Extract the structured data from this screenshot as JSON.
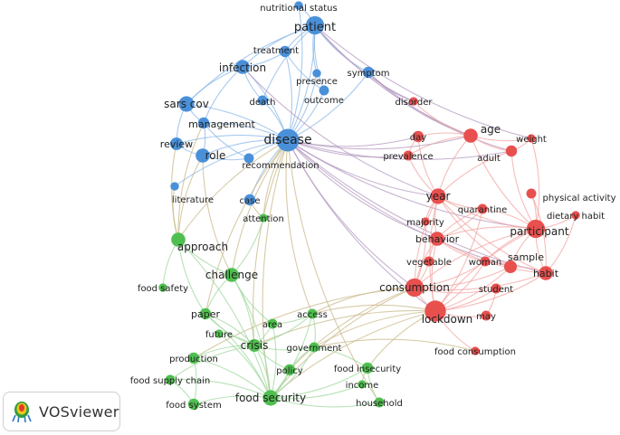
{
  "colors": {
    "blue": "#4a90d9",
    "red": "#e8504e",
    "green": "#4fbf4f",
    "blue_edge": "#8bb8e8",
    "red_edge": "#f2a5a3",
    "green_edge": "#9fd89f"
  },
  "brand": {
    "name": "VOSviewer",
    "logo_icon": "vosviewer-logo-icon"
  },
  "nodes": [
    {
      "id": "patient",
      "label": "patient",
      "cluster": "blue",
      "size": 13
    },
    {
      "id": "nutritional_status",
      "label": "nutritional status",
      "cluster": "blue",
      "size": 6
    },
    {
      "id": "treatment",
      "label": "treatment",
      "cluster": "blue",
      "size": 8
    },
    {
      "id": "infection",
      "label": "infection",
      "cluster": "blue",
      "size": 10
    },
    {
      "id": "presence",
      "label": "presence",
      "cluster": "blue",
      "size": 6
    },
    {
      "id": "symptom",
      "label": "symptom",
      "cluster": "blue",
      "size": 8
    },
    {
      "id": "sars_cov",
      "label": "sars cov",
      "cluster": "blue",
      "size": 11
    },
    {
      "id": "death",
      "label": "death",
      "cluster": "blue",
      "size": 7
    },
    {
      "id": "outcome",
      "label": "outcome",
      "cluster": "blue",
      "size": 7
    },
    {
      "id": "management",
      "label": "management",
      "cluster": "blue",
      "size": 8
    },
    {
      "id": "review",
      "label": "review",
      "cluster": "blue",
      "size": 9
    },
    {
      "id": "role",
      "label": "role",
      "cluster": "blue",
      "size": 10
    },
    {
      "id": "disease",
      "label": "disease",
      "cluster": "blue",
      "size": 16
    },
    {
      "id": "recommendation",
      "label": "recommendation",
      "cluster": "blue",
      "size": 7
    },
    {
      "id": "literature",
      "label": "literature",
      "cluster": "blue",
      "size": 6
    },
    {
      "id": "case",
      "label": "case",
      "cluster": "blue",
      "size": 8
    },
    {
      "id": "disorder",
      "label": "disorder",
      "cluster": "red",
      "size": 6
    },
    {
      "id": "age",
      "label": "age",
      "cluster": "red",
      "size": 10
    },
    {
      "id": "weight",
      "label": "weight",
      "cluster": "red",
      "size": 6
    },
    {
      "id": "day",
      "label": "day",
      "cluster": "red",
      "size": 8
    },
    {
      "id": "adult",
      "label": "adult",
      "cluster": "red",
      "size": 8
    },
    {
      "id": "prevalence",
      "label": "prevalence",
      "cluster": "red",
      "size": 7
    },
    {
      "id": "year",
      "label": "year",
      "cluster": "red",
      "size": 11
    },
    {
      "id": "physical_activity",
      "label": "physical activity",
      "cluster": "red",
      "size": 7
    },
    {
      "id": "quarantine",
      "label": "quarantine",
      "cluster": "red",
      "size": 7
    },
    {
      "id": "dietary_habit",
      "label": "dietary habit",
      "cluster": "red",
      "size": 6
    },
    {
      "id": "majority",
      "label": "majority",
      "cluster": "red",
      "size": 6
    },
    {
      "id": "participant",
      "label": "participant",
      "cluster": "red",
      "size": 13
    },
    {
      "id": "behavior",
      "label": "behavior",
      "cluster": "red",
      "size": 10
    },
    {
      "id": "sample",
      "label": "sample",
      "cluster": "red",
      "size": 9
    },
    {
      "id": "vegetable",
      "label": "vegetable",
      "cluster": "red",
      "size": 7
    },
    {
      "id": "woman",
      "label": "woman",
      "cluster": "red",
      "size": 7
    },
    {
      "id": "habit",
      "label": "habit",
      "cluster": "red",
      "size": 10
    },
    {
      "id": "consumption",
      "label": "consumption",
      "cluster": "red",
      "size": 13
    },
    {
      "id": "student",
      "label": "student",
      "cluster": "red",
      "size": 7
    },
    {
      "id": "lockdown",
      "label": "lockdown",
      "cluster": "red",
      "size": 15
    },
    {
      "id": "may",
      "label": "may",
      "cluster": "red",
      "size": 7
    },
    {
      "id": "food_consumption",
      "label": "food consumption",
      "cluster": "red",
      "size": 6
    },
    {
      "id": "attention",
      "label": "attention",
      "cluster": "green",
      "size": 6
    },
    {
      "id": "approach",
      "label": "approach",
      "cluster": "green",
      "size": 10
    },
    {
      "id": "challenge",
      "label": "challenge",
      "cluster": "green",
      "size": 10
    },
    {
      "id": "food_safety",
      "label": "food safety",
      "cluster": "green",
      "size": 6
    },
    {
      "id": "paper",
      "label": "paper",
      "cluster": "green",
      "size": 8
    },
    {
      "id": "access",
      "label": "access",
      "cluster": "green",
      "size": 7
    },
    {
      "id": "area",
      "label": "area",
      "cluster": "green",
      "size": 7
    },
    {
      "id": "future",
      "label": "future",
      "cluster": "green",
      "size": 6
    },
    {
      "id": "crisis",
      "label": "crisis",
      "cluster": "green",
      "size": 9
    },
    {
      "id": "government",
      "label": "government",
      "cluster": "green",
      "size": 7
    },
    {
      "id": "production",
      "label": "production",
      "cluster": "green",
      "size": 8
    },
    {
      "id": "policy",
      "label": "policy",
      "cluster": "green",
      "size": 8
    },
    {
      "id": "food_insecurity",
      "label": "food insecurity",
      "cluster": "green",
      "size": 8
    },
    {
      "id": "food_supply_chain",
      "label": "food supply chain",
      "cluster": "green",
      "size": 7
    },
    {
      "id": "income",
      "label": "income",
      "cluster": "green",
      "size": 6
    },
    {
      "id": "food_security",
      "label": "food security",
      "cluster": "green",
      "size": 11
    },
    {
      "id": "food_system",
      "label": "food system",
      "cluster": "green",
      "size": 8
    },
    {
      "id": "household",
      "label": "household",
      "cluster": "green",
      "size": 7
    }
  ],
  "links": [
    [
      "disease",
      "patient"
    ],
    [
      "disease",
      "infection"
    ],
    [
      "disease",
      "sars_cov"
    ],
    [
      "disease",
      "management"
    ],
    [
      "disease",
      "review"
    ],
    [
      "disease",
      "role"
    ],
    [
      "disease",
      "treatment"
    ],
    [
      "disease",
      "outcome"
    ],
    [
      "disease",
      "death"
    ],
    [
      "disease",
      "presence"
    ],
    [
      "disease",
      "symptom"
    ],
    [
      "disease",
      "recommendation"
    ],
    [
      "disease",
      "case"
    ],
    [
      "disease",
      "literature"
    ],
    [
      "disease",
      "nutritional_status"
    ],
    [
      "patient",
      "infection"
    ],
    [
      "patient",
      "treatment"
    ],
    [
      "patient",
      "outcome"
    ],
    [
      "patient",
      "symptom"
    ],
    [
      "patient",
      "nutritional_status"
    ],
    [
      "patient",
      "sars_cov"
    ],
    [
      "patient",
      "presence"
    ],
    [
      "patient",
      "death"
    ],
    [
      "infection",
      "sars_cov"
    ],
    [
      "infection",
      "treatment"
    ],
    [
      "infection",
      "management"
    ],
    [
      "infection",
      "death"
    ],
    [
      "sars_cov",
      "management"
    ],
    [
      "sars_cov",
      "review"
    ],
    [
      "review",
      "role"
    ],
    [
      "role",
      "management"
    ],
    [
      "role",
      "recommendation"
    ],
    [
      "management",
      "recommendation"
    ],
    [
      "treatment",
      "outcome"
    ],
    [
      "symptom",
      "disorder"
    ],
    [
      "disease",
      "age"
    ],
    [
      "disease",
      "day"
    ],
    [
      "disease",
      "prevalence"
    ],
    [
      "disease",
      "year"
    ],
    [
      "disease",
      "participant"
    ],
    [
      "disease",
      "behavior"
    ],
    [
      "disease",
      "consumption"
    ],
    [
      "disease",
      "lockdown"
    ],
    [
      "disease",
      "adult"
    ],
    [
      "disease",
      "habit"
    ],
    [
      "disease",
      "sample"
    ],
    [
      "patient",
      "age"
    ],
    [
      "patient",
      "weight"
    ],
    [
      "patient",
      "disorder"
    ],
    [
      "symptom",
      "age"
    ],
    [
      "symptom",
      "adult"
    ],
    [
      "infection",
      "year"
    ],
    [
      "disease",
      "approach"
    ],
    [
      "disease",
      "challenge"
    ],
    [
      "disease",
      "paper"
    ],
    [
      "disease",
      "crisis"
    ],
    [
      "disease",
      "food_security"
    ],
    [
      "disease",
      "access"
    ],
    [
      "disease",
      "attention"
    ],
    [
      "disease",
      "household"
    ],
    [
      "role",
      "approach"
    ],
    [
      "review",
      "approach"
    ],
    [
      "role",
      "challenge"
    ],
    [
      "case",
      "attention"
    ],
    [
      "management",
      "approach"
    ],
    [
      "literature",
      "approach"
    ],
    [
      "age",
      "adult"
    ],
    [
      "age",
      "weight"
    ],
    [
      "age",
      "day"
    ],
    [
      "age",
      "prevalence"
    ],
    [
      "age",
      "participant"
    ],
    [
      "age",
      "year"
    ],
    [
      "adult",
      "participant"
    ],
    [
      "adult",
      "year"
    ],
    [
      "adult",
      "weight"
    ],
    [
      "year",
      "participant"
    ],
    [
      "year",
      "behavior"
    ],
    [
      "year",
      "quarantine"
    ],
    [
      "year",
      "consumption"
    ],
    [
      "year",
      "lockdown"
    ],
    [
      "year",
      "majority"
    ],
    [
      "year",
      "sample"
    ],
    [
      "year",
      "habit"
    ],
    [
      "participant",
      "physical_activity"
    ],
    [
      "participant",
      "dietary_habit"
    ],
    [
      "participant",
      "behavior"
    ],
    [
      "participant",
      "sample"
    ],
    [
      "participant",
      "habit"
    ],
    [
      "participant",
      "consumption"
    ],
    [
      "participant",
      "lockdown"
    ],
    [
      "participant",
      "woman"
    ],
    [
      "participant",
      "weight"
    ],
    [
      "participant",
      "quarantine"
    ],
    [
      "behavior",
      "consumption"
    ],
    [
      "behavior",
      "lockdown"
    ],
    [
      "behavior",
      "vegetable"
    ],
    [
      "behavior",
      "woman"
    ],
    [
      "behavior",
      "habit"
    ],
    [
      "behavior",
      "quarantine"
    ],
    [
      "consumption",
      "lockdown"
    ],
    [
      "consumption",
      "vegetable"
    ],
    [
      "consumption",
      "habit"
    ],
    [
      "consumption",
      "sample"
    ],
    [
      "consumption",
      "woman"
    ],
    [
      "consumption",
      "student"
    ],
    [
      "consumption",
      "majority"
    ],
    [
      "lockdown",
      "habit"
    ],
    [
      "lockdown",
      "may"
    ],
    [
      "lockdown",
      "student"
    ],
    [
      "lockdown",
      "food_consumption"
    ],
    [
      "lockdown",
      "sample"
    ],
    [
      "lockdown",
      "woman"
    ],
    [
      "lockdown",
      "quarantine"
    ],
    [
      "habit",
      "sample"
    ],
    [
      "habit",
      "physical_activity"
    ],
    [
      "habit",
      "dietary_habit"
    ],
    [
      "sample",
      "woman"
    ],
    [
      "day",
      "prevalence"
    ],
    [
      "day",
      "year"
    ],
    [
      "prevalence",
      "year"
    ],
    [
      "quarantine",
      "behavior"
    ],
    [
      "may",
      "student"
    ],
    [
      "disorder",
      "age"
    ],
    [
      "lockdown",
      "food_security"
    ],
    [
      "lockdown",
      "food_insecurity"
    ],
    [
      "lockdown",
      "government"
    ],
    [
      "lockdown",
      "access"
    ],
    [
      "consumption",
      "food_security"
    ],
    [
      "consumption",
      "access"
    ],
    [
      "consumption",
      "production"
    ],
    [
      "lockdown",
      "crisis"
    ],
    [
      "food_consumption",
      "government"
    ],
    [
      "consumption",
      "policy"
    ],
    [
      "food_security",
      "food_insecurity"
    ],
    [
      "food_security",
      "policy"
    ],
    [
      "food_security",
      "crisis"
    ],
    [
      "food_security",
      "food_system"
    ],
    [
      "food_security",
      "food_supply_chain"
    ],
    [
      "food_security",
      "production"
    ],
    [
      "food_security",
      "government"
    ],
    [
      "food_security",
      "access"
    ],
    [
      "food_security",
      "household"
    ],
    [
      "food_security",
      "income"
    ],
    [
      "food_security",
      "area"
    ],
    [
      "food_security",
      "future"
    ],
    [
      "food_security",
      "paper"
    ],
    [
      "food_security",
      "challenge"
    ],
    [
      "food_security",
      "approach"
    ],
    [
      "crisis",
      "area"
    ],
    [
      "crisis",
      "future"
    ],
    [
      "crisis",
      "production"
    ],
    [
      "crisis",
      "government"
    ],
    [
      "crisis",
      "access"
    ],
    [
      "crisis",
      "paper"
    ],
    [
      "crisis",
      "challenge"
    ],
    [
      "crisis",
      "policy"
    ],
    [
      "crisis",
      "food_supply_chain"
    ],
    [
      "approach",
      "challenge"
    ],
    [
      "approach",
      "paper"
    ],
    [
      "approach",
      "food_safety"
    ],
    [
      "challenge",
      "paper"
    ],
    [
      "challenge",
      "attention"
    ],
    [
      "challenge",
      "area"
    ],
    [
      "paper",
      "crisis"
    ],
    [
      "food_insecurity",
      "income"
    ],
    [
      "food_insecurity",
      "household"
    ],
    [
      "food_insecurity",
      "government"
    ],
    [
      "food_system",
      "production"
    ],
    [
      "food_system",
      "food_supply_chain"
    ],
    [
      "government",
      "policy"
    ],
    [
      "government",
      "access"
    ],
    [
      "area",
      "access"
    ]
  ]
}
